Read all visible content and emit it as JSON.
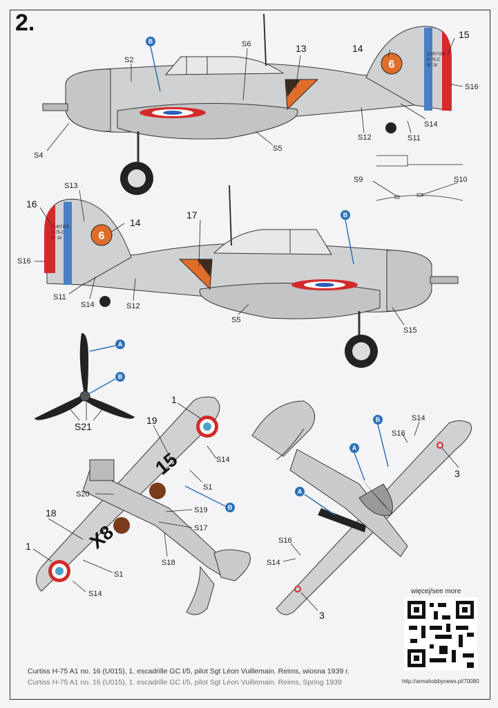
{
  "step": {
    "number": "2."
  },
  "colors": {
    "camo_grey": "#c9cbcd",
    "blue_callout": "#2b6fb6",
    "red": "#d42a2a",
    "orange": "#e06e2b",
    "french_blue": "#4a7fc4"
  },
  "callouts": {
    "A": "A",
    "B": "B"
  },
  "labels": {
    "side_top": {
      "n13": "13",
      "n14": "14",
      "n15": "15",
      "s2": "S2",
      "s4": "S4",
      "s5": "S5",
      "s6": "S6",
      "s11": "S11",
      "s12": "S12",
      "s14": "S14",
      "s16": "S16"
    },
    "side_bottom": {
      "n14": "14",
      "n16": "16",
      "n17": "17",
      "s5": "S5",
      "s11": "S11",
      "s12": "S12",
      "s13": "S13",
      "s14": "S14",
      "s15": "S15",
      "s16": "S16"
    },
    "detail": {
      "s9": "S9",
      "s10": "S10"
    },
    "propeller": {
      "s21": "S21"
    },
    "top_view": {
      "n1a": "1",
      "n1b": "1",
      "n18": "18",
      "n19": "19",
      "s1a": "S1",
      "s1b": "S1",
      "s14a": "S14",
      "s14b": "S14",
      "s17": "S17",
      "s18": "S18",
      "s19": "S19",
      "s20": "S20"
    },
    "bottom_view": {
      "n3a": "3",
      "n3b": "3",
      "s14a": "S14",
      "s14b": "S14",
      "s16a": "S16",
      "s16b": "S16"
    }
  },
  "markings": {
    "rudder_text": [
      "CURTISS",
      "H-75-C",
      "N° 16"
    ],
    "code_a": "X8",
    "code_b": "15",
    "emblem_number": "6"
  },
  "captions": {
    "pl": "Curtiss H-75 A1 no. 16 (U015), 1. escadrille GC I/5, pilot Sgt Léon Vuillemain. Reims, wiosna 1939 r.",
    "en": "Curtiss H-75 A1 no. 16 (U015), 1. escadrille GC I/5, pilot Sgt Léon Vuillemain. Reims, Spring 1939"
  },
  "more_label": "więcej/see more",
  "url": "http://armahobbynews.pl/70080"
}
